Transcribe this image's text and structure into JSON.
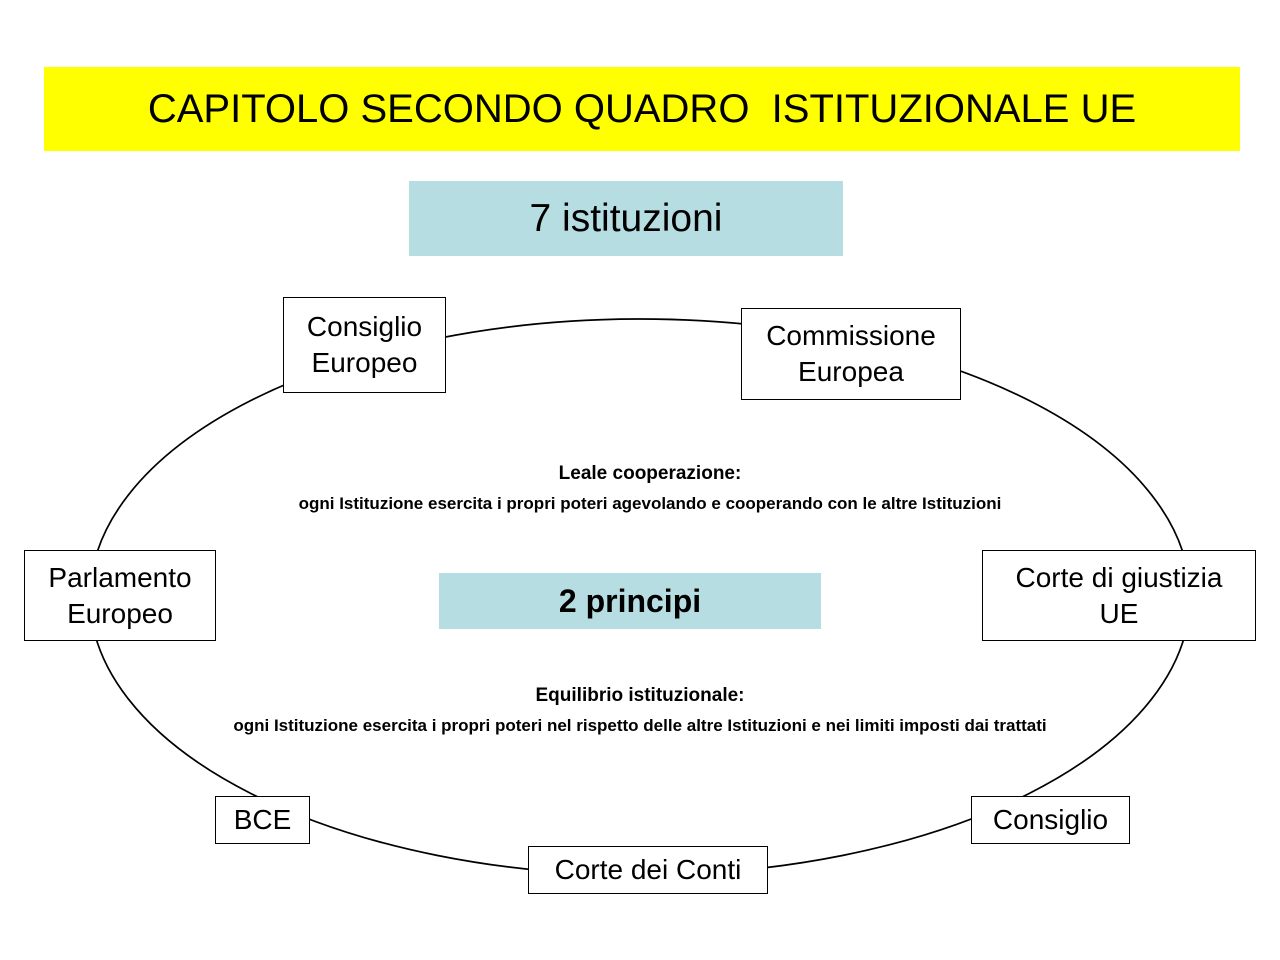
{
  "slide": {
    "title": "CAPITOLO SECONDO QUADRO  ISTITUZIONALE UE",
    "title_background": "#ffff00",
    "band_background": "#b6dde2",
    "background": "#ffffff"
  },
  "institutions_band": {
    "label": "7 istituzioni"
  },
  "principles_band": {
    "label": "2 principi"
  },
  "nodes": [
    {
      "id": "consiglio-europeo",
      "label": "Consiglio\nEuropeo"
    },
    {
      "id": "commissione-europea",
      "label": "Commissione\nEuropea"
    },
    {
      "id": "parlamento-europeo",
      "label": "Parlamento\nEuropeo"
    },
    {
      "id": "corte-giustizia-ue",
      "label": "Corte di giustizia\nUE"
    },
    {
      "id": "bce",
      "label": "BCE"
    },
    {
      "id": "corte-dei-conti",
      "label": "Corte dei Conti"
    },
    {
      "id": "consiglio",
      "label": "Consiglio"
    }
  ],
  "principles": [
    {
      "id": "leale-cooperazione",
      "heading": "Leale cooperazione:",
      "body": "ogni Istituzione esercita i propri poteri agevolando e cooperando con le altre Istituzioni"
    },
    {
      "id": "equilibrio-istituzionale",
      "heading": "Equilibrio istituzionale:",
      "body": "ogni Istituzione esercita i propri poteri nel rispetto delle altre Istituzioni e nei limiti imposti dai trattati"
    }
  ],
  "diagram": {
    "shape": "ellipse",
    "stroke_color": "#000000"
  }
}
